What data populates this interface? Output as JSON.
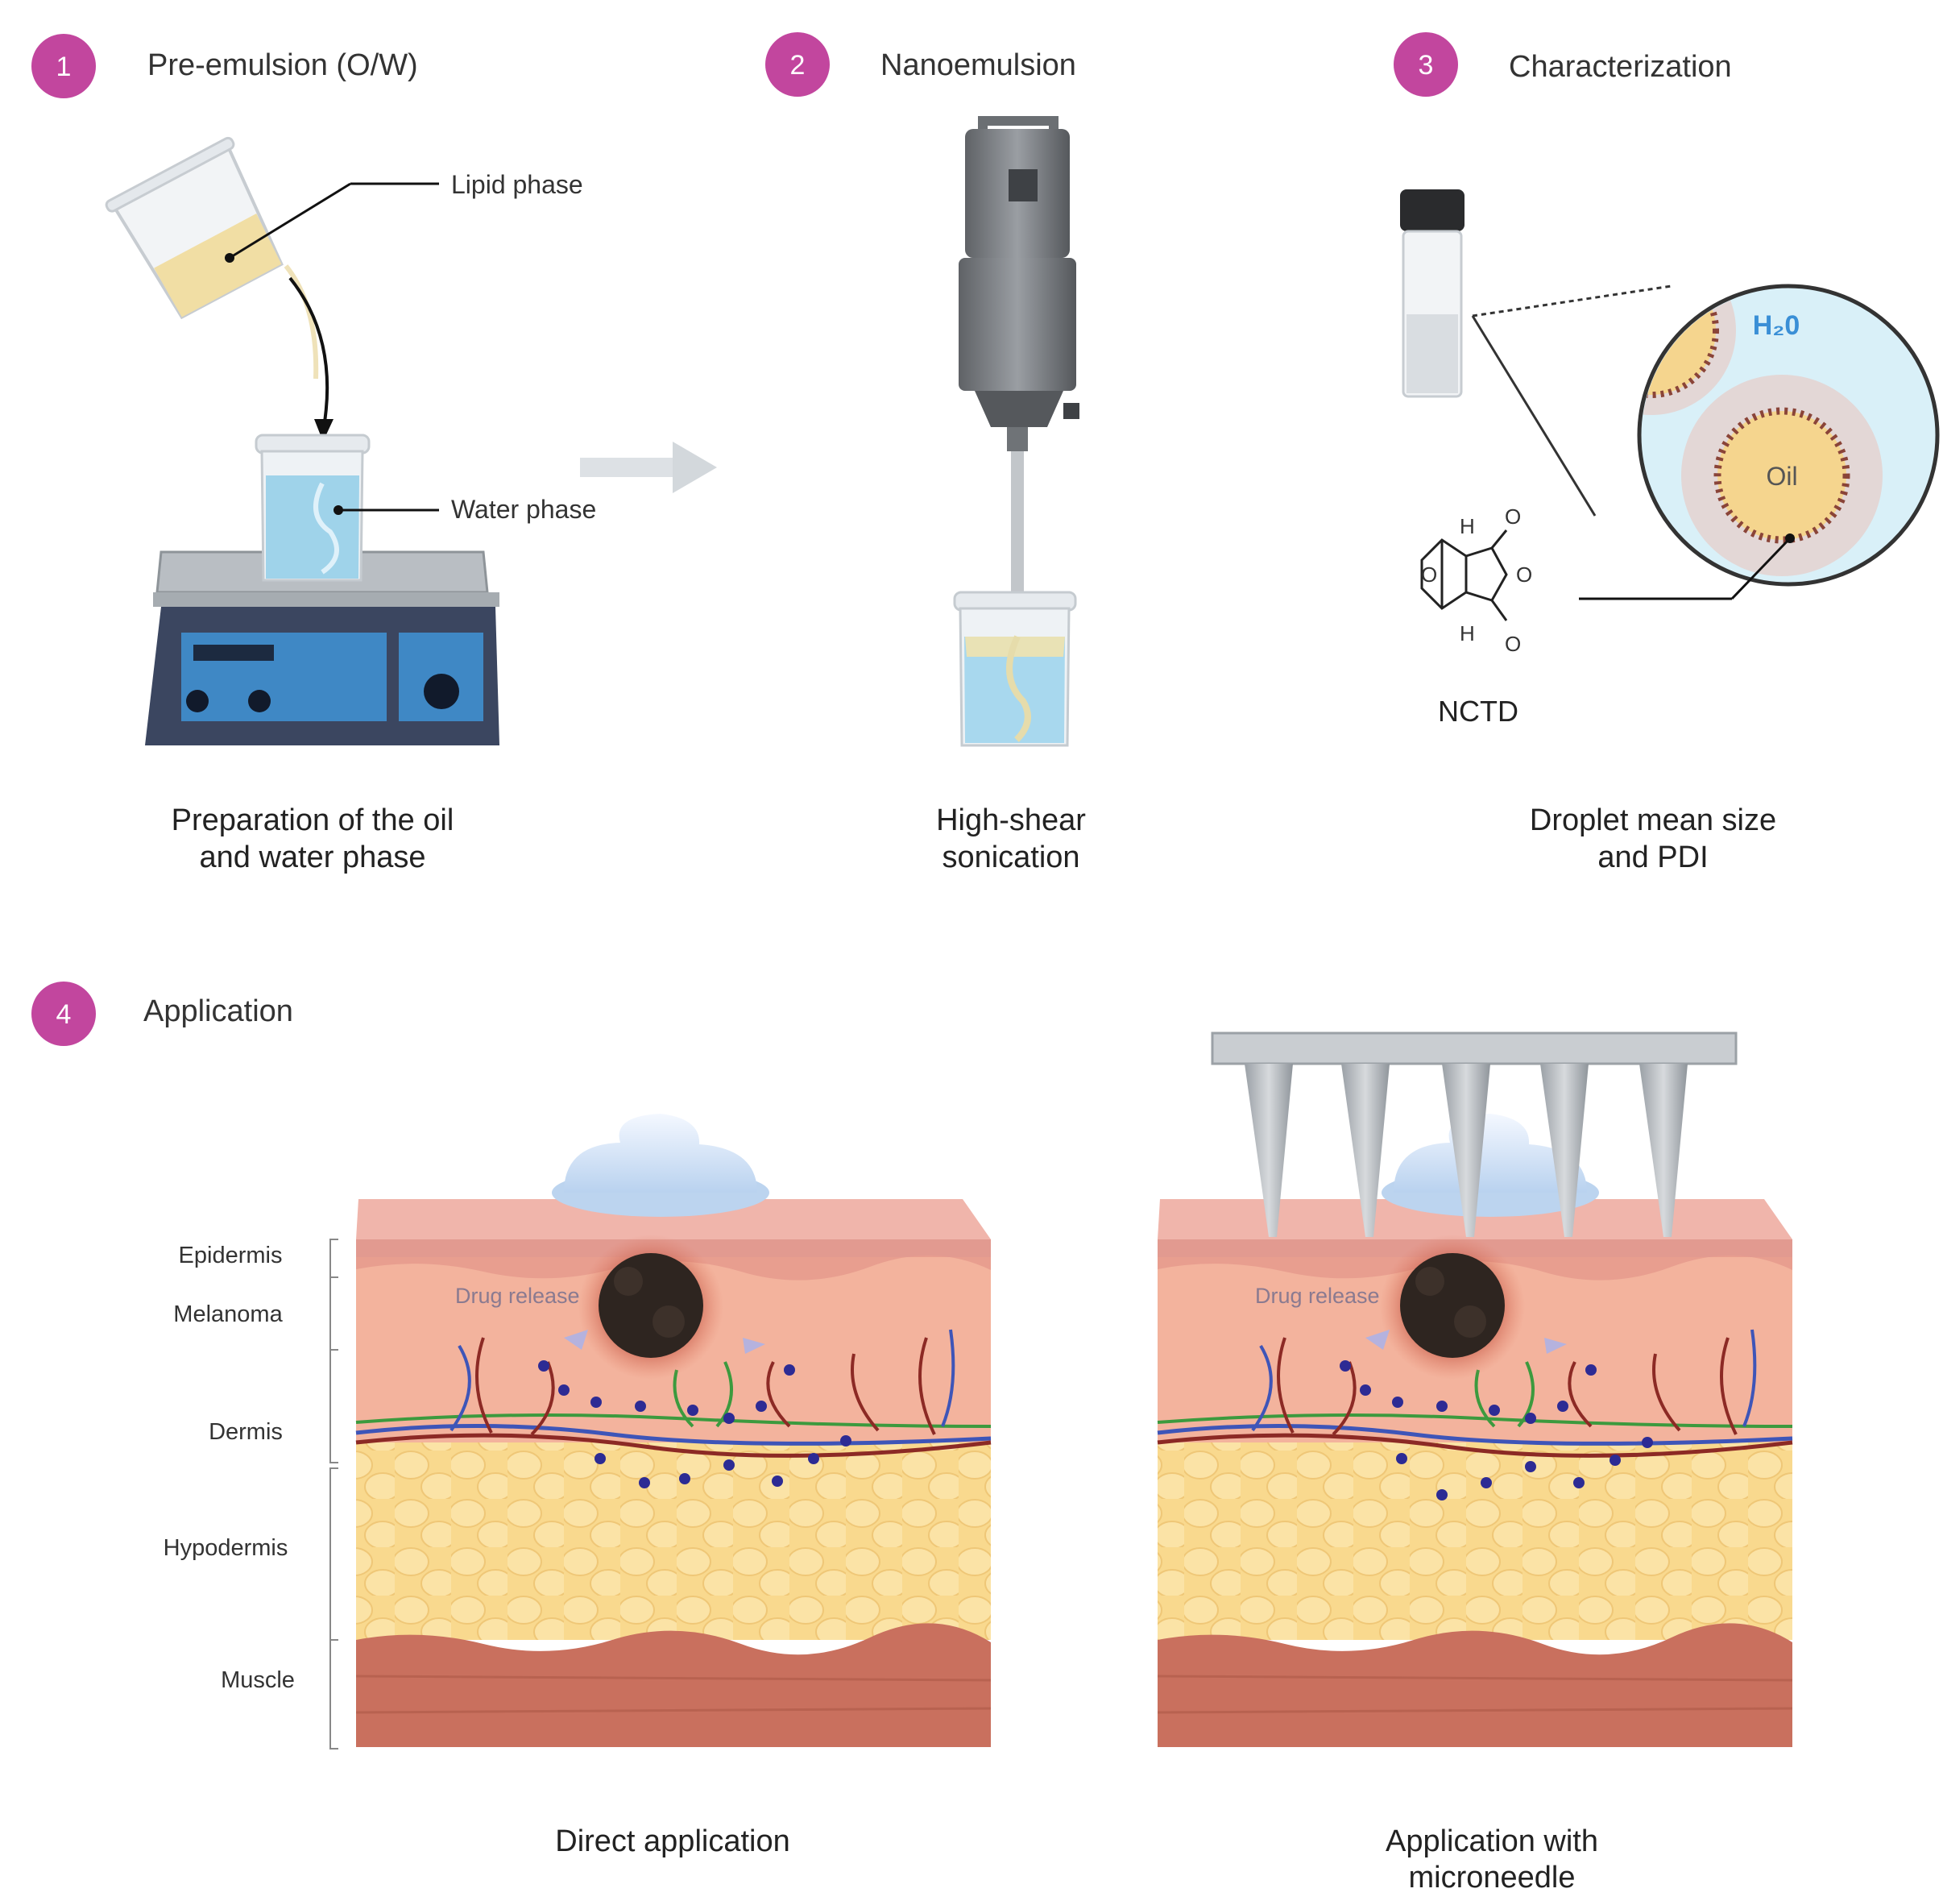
{
  "colors": {
    "step_badge": "#c2469e",
    "skin_epidermis": "#e8a49a",
    "dermis": "#f2b29c",
    "hypodermis": "#f8d58c",
    "muscle": "#c9705e",
    "tumor": "#2e2520",
    "drug_dot": "#2d2b94",
    "water": "#9fd3ea",
    "lipid": "#f1dea4"
  },
  "steps": [
    {
      "number": "1",
      "title": "Pre-emulsion (O/W)",
      "caption_line1": "Preparation of the oil",
      "caption_line2": "and water phase"
    },
    {
      "number": "2",
      "title": "Nanoemulsion",
      "caption_line1": "High-shear",
      "caption_line2": "sonication"
    },
    {
      "number": "3",
      "title": "Characterization",
      "caption_line1": "Droplet mean size",
      "caption_line2": "and PDI"
    },
    {
      "number": "4",
      "title": "Application"
    }
  ],
  "step1": {
    "lipid_label": "Lipid phase",
    "water_label": "Water phase"
  },
  "step3": {
    "h2o_label": "H₂0",
    "oil_label": "Oil",
    "compound_label": "NCTD",
    "atom_h": "H",
    "atom_o": "O"
  },
  "application": {
    "layers": [
      "Epidermis",
      "Melanoma",
      "Dermis",
      "Hypodermis",
      "Muscle"
    ],
    "drug_release_label": "Drug release",
    "left_caption": "Direct application",
    "right_caption_line1": "Application with",
    "right_caption_line2": "microneedle"
  }
}
